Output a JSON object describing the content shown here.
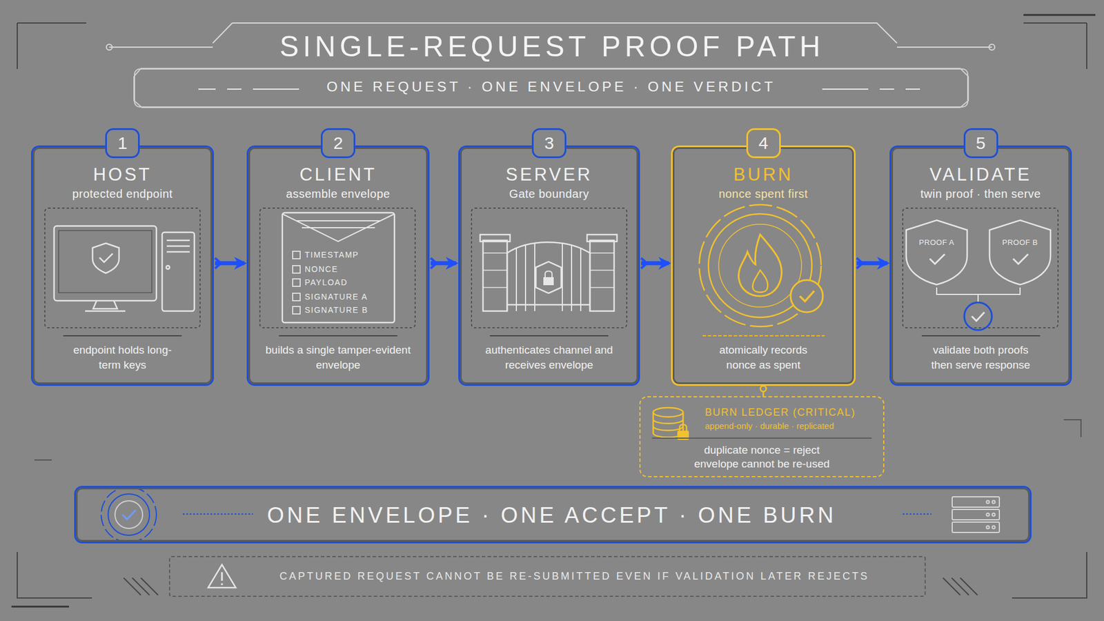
{
  "diagram": {
    "title": "SINGLE-REQUEST PROOF PATH",
    "nodes": [
      {
        "text": [
          "ONE REQUEST · ONE ENVELOPE · ONE VERDICT"
        ]
      },
      {
        "text": [
          "1",
          "HOST",
          "protected endpoint",
          "endpoint holds long-term keys"
        ]
      },
      {
        "text": [
          "2",
          "CLIENT",
          "assemble envelope",
          "builds a single tamper-evident envelope"
        ]
      },
      {
        "text": [
          "3",
          "SERVER",
          "Gate boundary",
          "authenticates channel and receives envelope"
        ]
      },
      {
        "text": [
          "4",
          "BURN",
          "nonce spent first",
          "atomically records nonce as spent"
        ]
      },
      {
        "text": [
          "5",
          "VALIDATE",
          "twin proof · then serve",
          "validate both proofs then serve response"
        ]
      },
      {
        "text": [
          "BURN LEDGER (CRITICAL)",
          "append-only · durable · replicated",
          "duplicate nonce = reject envelope cannot be re-used"
        ]
      },
      {
        "text": [
          "ONE ENVELOPE · ONE ACCEPT · ONE BURN"
        ]
      },
      {
        "text": [
          "CAPTURED REQUEST CANNOT BE RE-SUBMITTED EVEN IF VALIDATION LATER REJECTS"
        ]
      }
    ],
    "edges": [
      {
        "from": 1,
        "to": 2,
        "arrow": "to"
      },
      {
        "from": 2,
        "to": 3,
        "arrow": "to"
      },
      {
        "from": 3,
        "to": 4,
        "arrow": "to"
      },
      {
        "from": 4,
        "to": 5,
        "arrow": "to"
      },
      {
        "from": 4,
        "to": 6,
        "arrow": "none"
      }
    ],
    "labels": [
      "TIMESTAMP",
      "NONCE",
      "PAYLOAD",
      "SIGNATURE A",
      "SIGNATURE B",
      "PROOF A",
      "PROOF B"
    ]
  }
}
